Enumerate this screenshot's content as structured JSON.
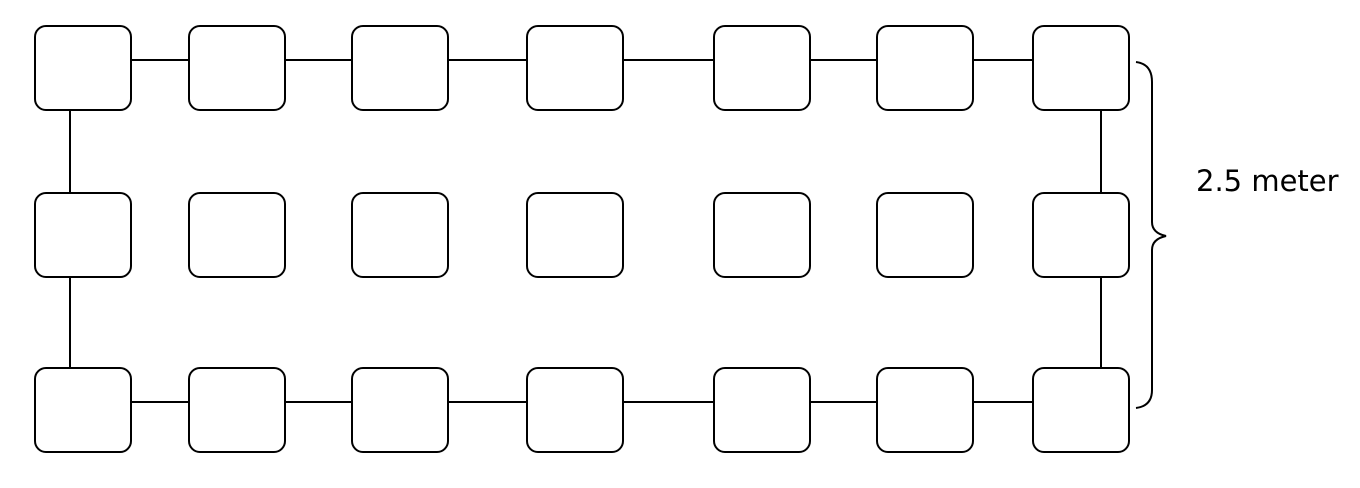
{
  "diagram": {
    "rows": 3,
    "cols": 7,
    "connected_cells": "perimeter",
    "dimension_label": "2.5 meter",
    "stroke_color": "#000000",
    "fill_color": "#ffffff"
  }
}
